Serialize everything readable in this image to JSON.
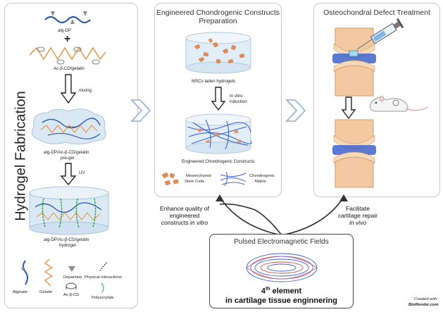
{
  "panel_left": {
    "title": "Hydrogel Fabrication",
    "labels": {
      "alg_dp": "alg-DP",
      "ac_cd_gelatin": "Ac-β-CD/gelatin",
      "mixing": "mixing",
      "pregel_line1": "alg-DP/Ac-β-CD/gelatin",
      "pregel_line2": "pre-gel",
      "uv": "UV",
      "hydrogel_line1": "alg-DP/Ac-β-CD/gelatin",
      "hydrogel_line2": "hydrogel"
    },
    "legend": {
      "alginate": "Alginate",
      "gelatin": "Gelatin",
      "dopamine": "Dopamine",
      "ac_cd": "Ac-β-CD",
      "physical": "Physical interactions",
      "polyacrylate": "Polyacrylate"
    }
  },
  "panel_middle": {
    "title_line1": "Engineered Chondrogenic Constructs",
    "title_line2": "Preparation",
    "msc_label": "MSCs laden hydrogels",
    "induction_line1": "In vitro",
    "induction_line2": "induction",
    "constructs_label": "Engineered Chondrogenic Constructs",
    "legend_msc_line1": "Mesenchymal",
    "legend_msc_line2": "Stem Cells",
    "legend_matrix_line1": "Chondrogenic",
    "legend_matrix_line2": "Matrix"
  },
  "panel_right": {
    "title": "Osteochondral Defect Treatment"
  },
  "notes": {
    "left_line1": "Enhance quality of",
    "left_line2": "engineered",
    "left_line3_a": "constructs ",
    "left_line3_b": "in vitro",
    "right_line1": "Facilitate",
    "right_line2": "cartilage repair",
    "right_line3": "in vivo"
  },
  "pef": {
    "title": "Pulsed Electromagnetic Fields",
    "element_num": "4",
    "element_sup": "th",
    "element_rest": " element",
    "subtitle": "in cartilage tissue enginnering"
  },
  "credit": {
    "line1": "Created with",
    "line2": "BioRender.com"
  },
  "colors": {
    "alginate": "#2b5aa8",
    "gelatin": "#e39a52",
    "polyacrylate": "#2e9e4a",
    "cartilage_blue": "#3f63c9",
    "bone": "#f2c9a0",
    "chevron": "#9fb7d6"
  }
}
